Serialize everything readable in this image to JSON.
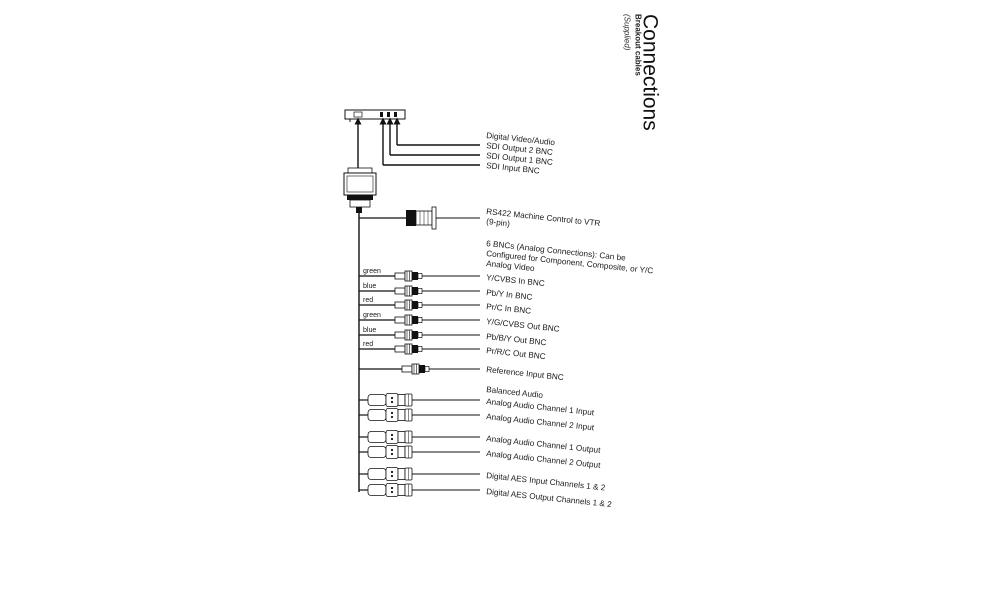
{
  "header": {
    "title": "Connections",
    "subtitle": "Breakout cables",
    "subtitle_note": "(Supplied)"
  },
  "top_labels": {
    "digital_video_audio": "Digital Video/Audio",
    "sdi_output_2": "SDI Output 2 BNC",
    "sdi_output_1": "SDI Output 1 BNC",
    "sdi_input": "SDI Input BNC"
  },
  "rs422": {
    "line1": "RS422 Machine Control to VTR",
    "line2": "(9-pin)"
  },
  "analog_group": {
    "line1": "6 BNCs (Analog Connections): Can be",
    "line2": "Configured for Component, Composite, or Y/C",
    "line3": "Analog Video"
  },
  "bnc_connections": [
    {
      "color": "green",
      "label": "Y/CVBS In BNC"
    },
    {
      "color": "blue",
      "label": "Pb/Y In BNC"
    },
    {
      "color": "red",
      "label": "Pr/C In BNC"
    },
    {
      "color": "green",
      "label": "Y/G/CVBS Out BNC"
    },
    {
      "color": "blue",
      "label": "Pb/B/Y Out BNC"
    },
    {
      "color": "red",
      "label": "Pr/R/C Out BNC"
    }
  ],
  "reference": {
    "label": "Reference Input BNC"
  },
  "balanced_audio": {
    "label": "Balanced Audio"
  },
  "xlr_connections": [
    {
      "label": "Analog Audio Channel 1 Input"
    },
    {
      "label": "Analog Audio Channel 2 Input"
    },
    {
      "label": "Analog Audio Channel 1 Output"
    },
    {
      "label": "Analog Audio Channel 2 Output"
    },
    {
      "label": "Digital AES Input Channels 1 & 2"
    },
    {
      "label": "Digital AES Output Channels 1 & 2"
    }
  ]
}
